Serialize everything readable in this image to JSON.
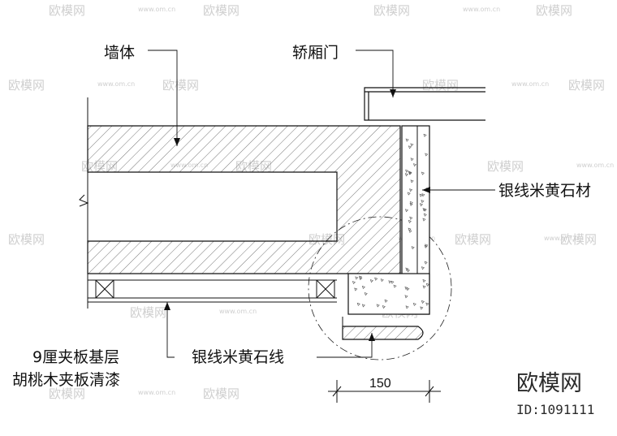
{
  "labels": {
    "wall": "墙体",
    "car_door": "轿厢门",
    "stone_material": "银线米黄石材",
    "stone_line": "银线米黄石线",
    "base_layer": "9厘夹板基层",
    "finish_layer": "胡桃木夹板清漆"
  },
  "dimension": {
    "value": "150"
  },
  "brand": {
    "logo_text": "欧模网",
    "id_text": "ID:1091111"
  },
  "watermark": {
    "text": "欧模网",
    "url": "www.om.cn"
  },
  "colors": {
    "line": "#111111",
    "watermark": "#cfcfcf"
  }
}
